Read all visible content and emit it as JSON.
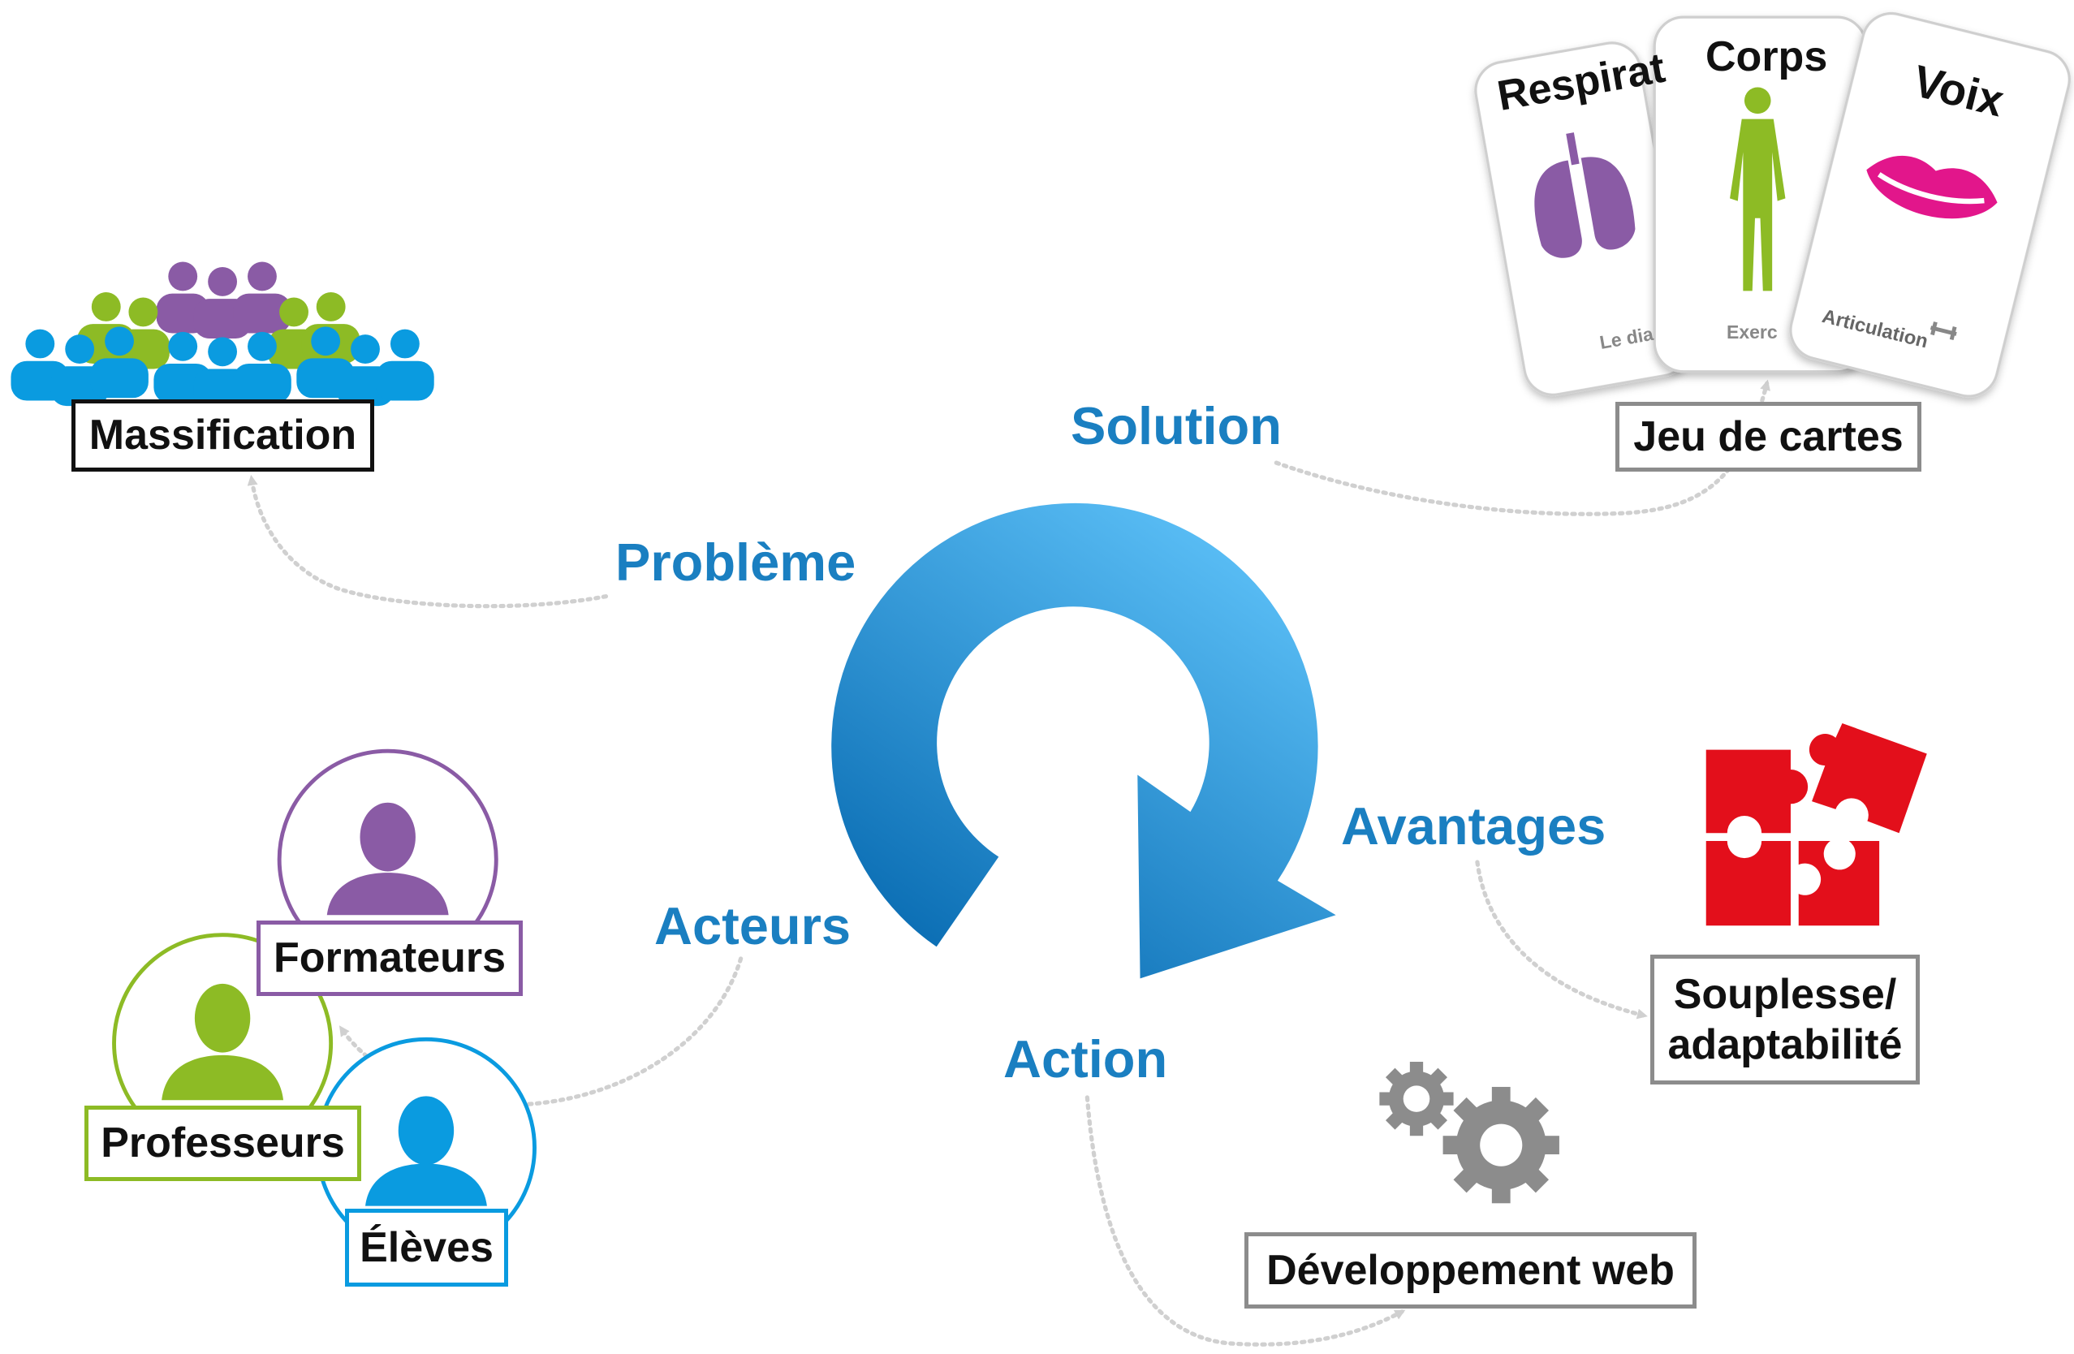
{
  "center": {
    "icon": "circular-refresh-arrow-icon"
  },
  "labels": {
    "probleme": "Problème",
    "solution": "Solution",
    "avantages": "Avantages",
    "acteurs": "Acteurs",
    "action": "Action"
  },
  "boxes": {
    "massification": "Massification",
    "jeu_de_cartes": "Jeu de cartes",
    "souplesse_line1": "Souplesse/",
    "souplesse_line2": "adaptabilité",
    "developpement_web": "Développement web"
  },
  "actors": {
    "formateurs": "Formateurs",
    "professeurs": "Professeurs",
    "eleves": "Élèves"
  },
  "cards": {
    "respiration": {
      "title": "Respirat",
      "caption": "Le dia",
      "icon": "lungs-icon"
    },
    "corps": {
      "title": "Corps",
      "caption": "Exerc",
      "icon": "human-body-icon"
    },
    "voix": {
      "title": "Voix",
      "caption": "Articulation",
      "icon": "lips-icon"
    }
  },
  "colors": {
    "label_blue": "#1a7fc1",
    "purple": "#8a5ba5",
    "green": "#8dbb25",
    "cyan": "#0a9be0",
    "red": "#e30f1b",
    "gear_gray": "#8c8c8c"
  }
}
